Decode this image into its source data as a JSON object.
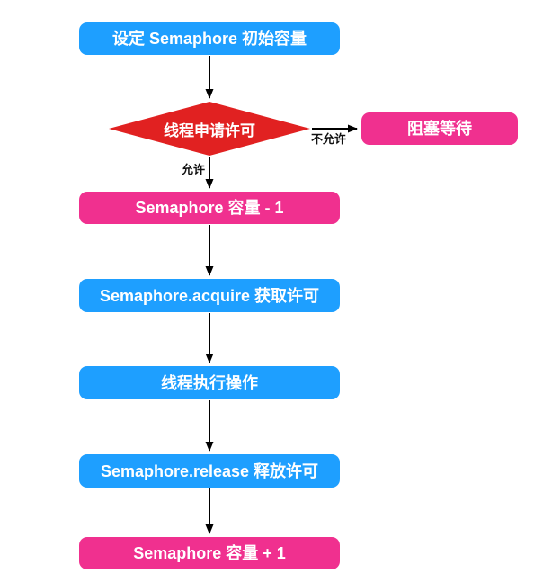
{
  "colors": {
    "process_blue": "#1E9FFF",
    "process_pink": "#F0308F",
    "decision_red": "#E12121",
    "arrow_black": "#000000",
    "background": "#FFFFFF"
  },
  "nodes": {
    "start": {
      "label": "设定 Semaphore 初始容量"
    },
    "decision": {
      "label": "线程申请许可"
    },
    "block": {
      "label": "阻塞等待"
    },
    "decrement": {
      "label": "Semaphore 容量 - 1"
    },
    "acquire": {
      "label": "Semaphore.acquire 获取许可"
    },
    "execute": {
      "label": "线程执行操作"
    },
    "release": {
      "label": "Semaphore.release 释放许可"
    },
    "increment": {
      "label": "Semaphore 容量 + 1"
    }
  },
  "edges": {
    "allow_label": "允许",
    "deny_label": "不允许"
  }
}
